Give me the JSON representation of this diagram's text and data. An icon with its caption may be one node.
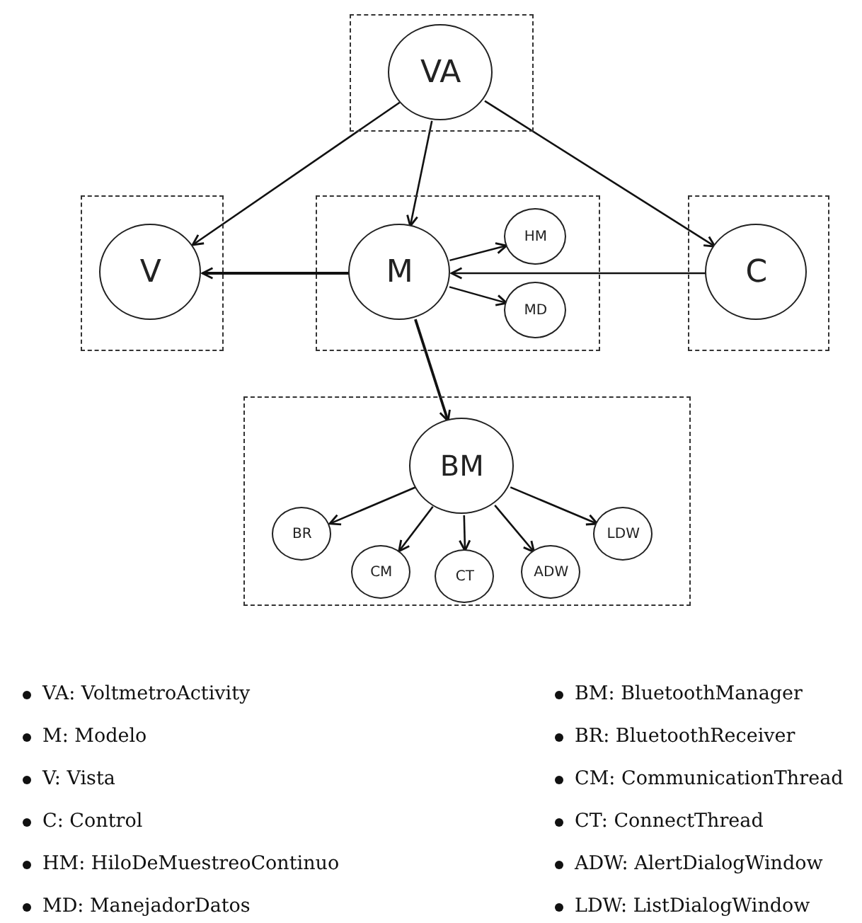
{
  "diagram": {
    "nodes": [
      {
        "text": [],
        "shape": "box"
      },
      {
        "text": [
          "VA"
        ],
        "in": 0
      },
      {
        "text": [],
        "shape": "box"
      },
      {
        "text": [
          "V"
        ],
        "in": 2
      },
      {
        "text": [],
        "shape": "box"
      },
      {
        "text": [
          "M"
        ],
        "in": 4
      },
      {
        "text": [
          "HM"
        ],
        "in": 4
      },
      {
        "text": [
          "MD"
        ],
        "in": 4
      },
      {
        "text": [],
        "shape": "box"
      },
      {
        "text": [
          "C"
        ],
        "in": 8
      },
      {
        "text": [],
        "shape": "box"
      },
      {
        "text": [
          "BM"
        ],
        "in": 10
      },
      {
        "text": [
          "BR"
        ],
        "in": 10
      },
      {
        "text": [
          "CM"
        ],
        "in": 10
      },
      {
        "text": [
          "CT"
        ],
        "in": 10
      },
      {
        "text": [
          "ADW"
        ],
        "in": 10
      },
      {
        "text": [
          "LDW"
        ],
        "in": 10
      }
    ],
    "edges": [
      {
        "from": 1,
        "to": 3,
        "arrow": "to"
      },
      {
        "from": 1,
        "to": 5,
        "arrow": "to"
      },
      {
        "from": 1,
        "to": 9,
        "arrow": "to"
      },
      {
        "from": 5,
        "to": 3,
        "arrow": "to"
      },
      {
        "from": 9,
        "to": 5,
        "arrow": "to"
      },
      {
        "from": 5,
        "to": 6,
        "arrow": "to"
      },
      {
        "from": 5,
        "to": 7,
        "arrow": "to"
      },
      {
        "from": 5,
        "to": 11,
        "arrow": "to"
      },
      {
        "from": 11,
        "to": 12,
        "arrow": "to"
      },
      {
        "from": 11,
        "to": 13,
        "arrow": "to"
      },
      {
        "from": 11,
        "to": 14,
        "arrow": "to"
      },
      {
        "from": 11,
        "to": 15,
        "arrow": "to"
      },
      {
        "from": 11,
        "to": 16,
        "arrow": "to"
      }
    ],
    "labels": [
      "VA: VoltmetroActivity",
      "M: Modelo",
      "V: Vista",
      "C: Control",
      "HM: HiloDeMuestreoContinuo",
      "MD: ManejadorDatos",
      "BM: BluetoothManager",
      "BR: BluetoothReceiver",
      "CM: CommunicationThread",
      "CT: ConnectThread",
      "ADW: AlertDialogWindow",
      "LDW: ListDialogWindow"
    ]
  }
}
